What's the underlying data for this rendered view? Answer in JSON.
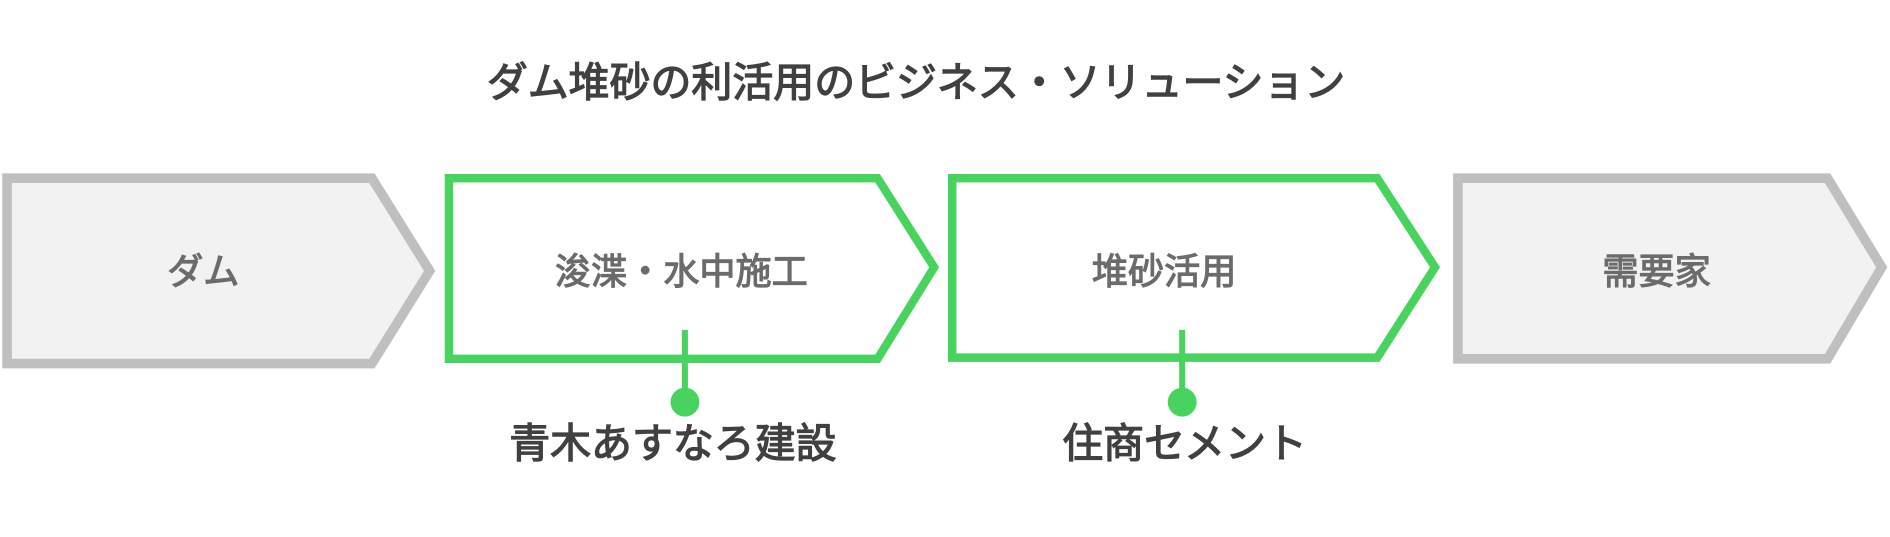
{
  "title": "ダム堆砂の利活用のビジネス・ソリューション",
  "colors": {
    "accent": "#48d35e",
    "gray_stroke": "#bfbfbf",
    "gray_fill": "#f2f2f2",
    "step_text": "#6b6b6b",
    "label_text": "#404040"
  },
  "steps": [
    {
      "label": "ダム",
      "highlighted": false
    },
    {
      "label": "浚渫・水中施工",
      "highlighted": true,
      "company": "青木あすなろ建設"
    },
    {
      "label": "堆砂活用",
      "highlighted": true,
      "company": "住商セメント"
    },
    {
      "label": "需要家",
      "highlighted": false
    }
  ]
}
